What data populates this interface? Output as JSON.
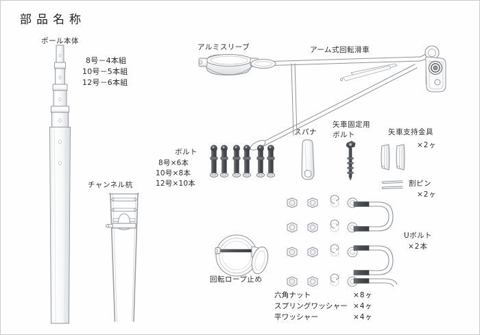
{
  "page": {
    "title": "部品名称"
  },
  "parts": {
    "pole": {
      "label": "ポール本体",
      "specs": [
        "8号－4本組",
        "10号－5本組",
        "12号－6本組"
      ]
    },
    "channel_stake": {
      "label": "チャンネル杭"
    },
    "bolt": {
      "label": "ボルト",
      "specs": [
        "8号×6本",
        "10号×8本",
        "12号×10本"
      ]
    },
    "aluminum_sleeve": {
      "label": "アルミスリーブ"
    },
    "arm_pulley": {
      "label": "アーム式回転滑車"
    },
    "spanner": {
      "label": "スパナ"
    },
    "yaguruma_fixing_bolt": {
      "label_line1": "矢車固定用",
      "label_line2": "ボルト"
    },
    "yaguruma_bracket": {
      "label": "矢車支持金具",
      "qty": "×2ヶ"
    },
    "split_pin": {
      "label": "割ピン",
      "qty": "×2ヶ"
    },
    "u_bolt": {
      "label": "Uボルト",
      "qty": "×2本"
    },
    "rope_stopper": {
      "label": "回転ロープ止め"
    },
    "fasteners": [
      {
        "label": "六角ナット",
        "qty": "×8ヶ"
      },
      {
        "label": "スプリングワッシャー",
        "qty": "×4ヶ"
      },
      {
        "label": "平ワッシャー",
        "qty": "×4ヶ"
      }
    ]
  },
  "colors": {
    "line": "#8e9298",
    "line_dark": "#55585c",
    "metal_dark": "#4a4d51",
    "metal_mid": "#6e7276",
    "text": "#2b2b2b",
    "border": "#c9c9c9",
    "background": "#fefefe"
  }
}
